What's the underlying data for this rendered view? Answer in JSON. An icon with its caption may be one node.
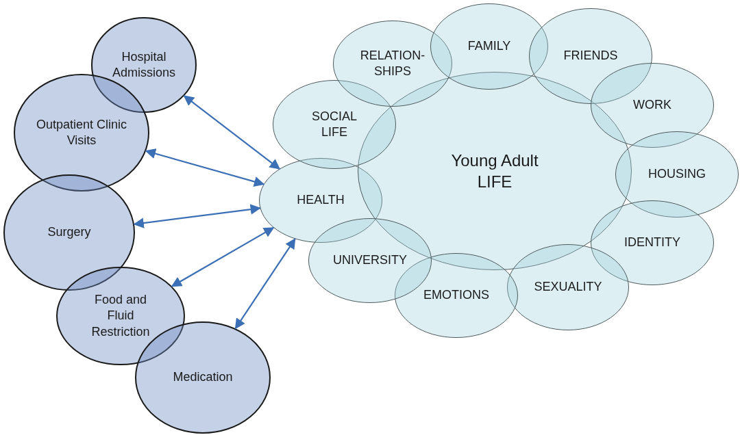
{
  "diagram": {
    "nodes": [
      {
        "text": [
          "Hospital Admissions"
        ]
      },
      {
        "text": [
          "Outpatient Clinic Visits"
        ]
      },
      {
        "text": [
          "Surgery"
        ]
      },
      {
        "text": [
          "Food and Fluid Restriction"
        ]
      },
      {
        "text": [
          "Medication"
        ]
      },
      {
        "text": [
          "HEALTH"
        ]
      },
      {
        "text": [
          "Young Adult LIFE"
        ]
      },
      {
        "text": [
          "SOCIAL LIFE"
        ]
      },
      {
        "text": [
          "RELATION- SHIPS"
        ]
      },
      {
        "text": [
          "FAMILY"
        ]
      },
      {
        "text": [
          "FRIENDS"
        ]
      },
      {
        "text": [
          "WORK"
        ]
      },
      {
        "text": [
          "HOUSING"
        ]
      },
      {
        "text": [
          "IDENTITY"
        ]
      },
      {
        "text": [
          "SEXUALITY"
        ]
      },
      {
        "text": [
          "EMOTIONS"
        ]
      },
      {
        "text": [
          "UNIVERSITY"
        ]
      }
    ],
    "edges": [
      {
        "from": 5,
        "to": 0,
        "arrow": "both"
      },
      {
        "from": 5,
        "to": 1,
        "arrow": "both"
      },
      {
        "from": 5,
        "to": 2,
        "arrow": "both"
      },
      {
        "from": 5,
        "to": 3,
        "arrow": "both"
      },
      {
        "from": 5,
        "to": 4,
        "arrow": "both"
      }
    ]
  }
}
